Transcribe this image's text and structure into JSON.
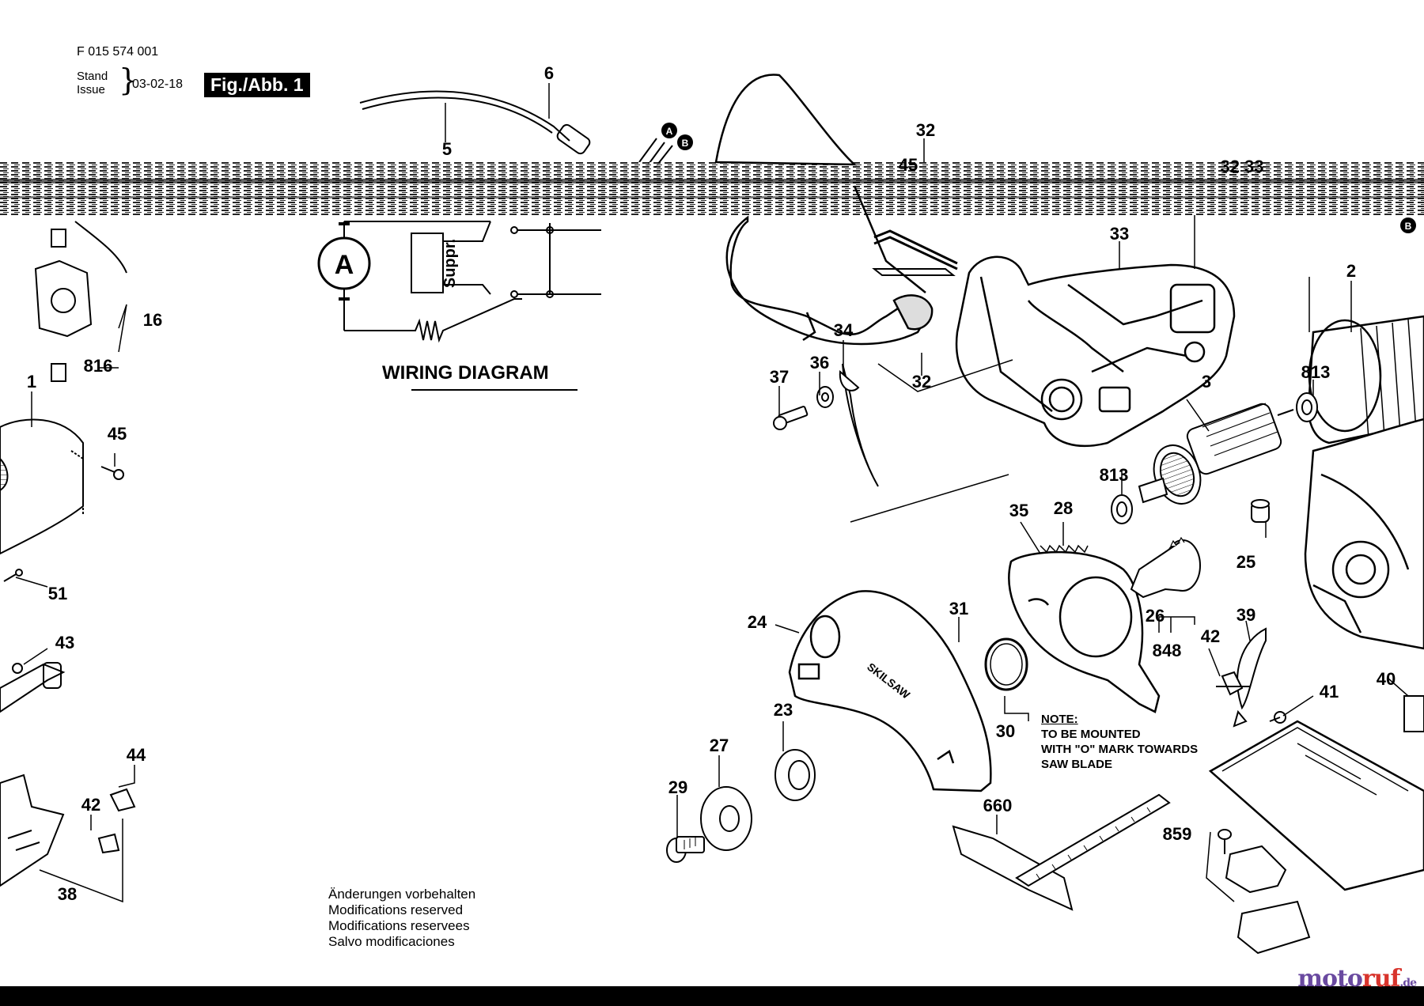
{
  "header": {
    "doc_number": "F 015 574 001",
    "stand_label": "Stand",
    "issue_label": "Issue",
    "issue_date": "03-02-18",
    "fig_label": "Fig./Abb. 1"
  },
  "wiring": {
    "title": "WIRING DIAGRAM",
    "motor_symbol": "A",
    "suppressor_label": "Suppr."
  },
  "note": {
    "title": "NOTE:",
    "line1": "TO BE MOUNTED",
    "line2": "WITH \"O\" MARK TOWARDS",
    "line3": "SAW BLADE"
  },
  "modifications": {
    "de": "Änderungen vorbehalten",
    "en": "Modifications reserved",
    "fr": "Modifications reservees",
    "es": "Salvo modificaciones"
  },
  "callouts": {
    "a": "A",
    "b": "B"
  },
  "brand_on_guard": "SKILSAW",
  "parts": {
    "p6": "6",
    "p5": "5",
    "p32a": "32",
    "p45a": "45",
    "p3233": "32 33",
    "p33": "33",
    "p16": "16",
    "p816": "816",
    "p1": "1",
    "p45b": "45",
    "p51": "51",
    "p43": "43",
    "p44": "44",
    "p42a": "42",
    "p38": "38",
    "p34": "34",
    "p36": "36",
    "p37": "37",
    "p32b": "32",
    "p2": "2",
    "p3": "3",
    "p813a": "813",
    "p813b": "813",
    "p35": "35",
    "p28": "28",
    "p25": "25",
    "p26": "26",
    "p848": "848",
    "p31": "31",
    "p24": "24",
    "p23": "23",
    "p27": "27",
    "p29": "29",
    "p30": "30",
    "p39": "39",
    "p42b": "42",
    "p41": "41",
    "p40": "40",
    "p660": "660",
    "p859": "859"
  },
  "watermark": {
    "prefix": "moto",
    "accent": "ruf",
    "suffix": ".de"
  }
}
